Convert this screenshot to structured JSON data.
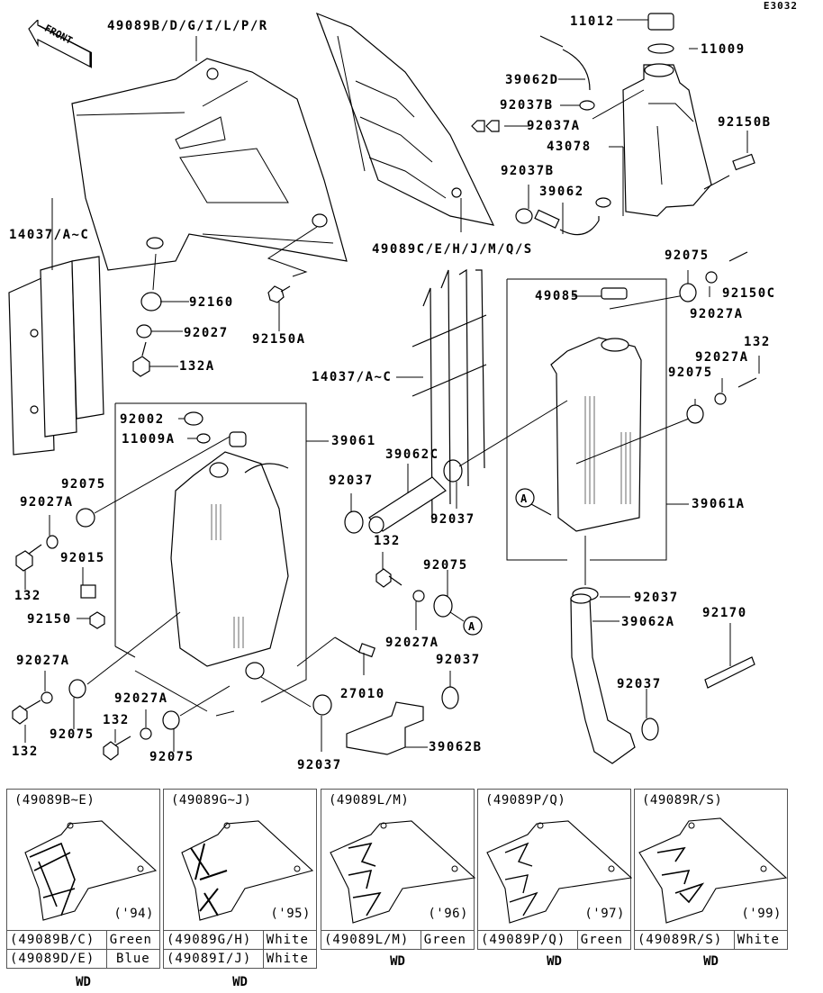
{
  "diagram": {
    "code": "E3032",
    "front_label": "FRONT",
    "title": "Radiator exploded parts diagram"
  },
  "callouts": {
    "shroud_left": "49089B/D/G/I/L/P/R",
    "shroud_right": "49089C/E/H/J/M/Q/S",
    "cap": "11012",
    "cap_gasket": "11009",
    "hose_d": "39062D",
    "clamp_b_top": "92037B",
    "clamp_a": "92037A",
    "tank": "43078",
    "bolt_b": "92150B",
    "clamp_b_mid": "92037B",
    "hose": "39062",
    "louver_left": "14037/A~C",
    "grommet_92160": "92160",
    "collar_92027": "92027",
    "bolt_132a": "132A",
    "bolt_92150a": "92150A",
    "louver_right": "14037/A~C",
    "damper_49085": "49085",
    "grommet_r1": "92075",
    "bolt_92150c": "92150C",
    "collar_r1": "92027A",
    "bolt_r132": "132",
    "collar_r2": "92027A",
    "grommet_r2": "92075",
    "drain_bolt": "92002",
    "drain_gasket": "11009A",
    "radiator_left": "39061",
    "hose_c": "39062C",
    "clamp_l1": "92037",
    "clamp_l2": "92037",
    "radiator_right": "39061A",
    "grommet_l1": "92075",
    "collar_l1": "92027A",
    "bolt_l1": "132",
    "clip_92015": "92015",
    "bolt_92150": "92150",
    "bolt_mid132": "132",
    "grommet_mid": "92075",
    "ref_a_1": "A",
    "ref_a_2": "A",
    "clamp_bottom_r": "92037",
    "hose_a": "39062A",
    "band_92170": "92170",
    "collar_mid": "92027A",
    "clamp_mid": "92037",
    "sensor": "27010",
    "collar_l2": "92027A",
    "grommet_l2": "92075",
    "bolt_l2": "132",
    "collar_l3": "92027A",
    "bolt_l3": "132",
    "grommet_l3": "92075",
    "clamp_bot": "92037",
    "hose_b": "39062B",
    "clamp_bot_r": "92037"
  },
  "insets": [
    {
      "title": "(49089B~E)",
      "year": "('94)",
      "rows": [
        {
          "part": "(49089B/C)",
          "color": "Green"
        },
        {
          "part": "(49089D/E)",
          "color": "Blue"
        }
      ],
      "footer": "WD"
    },
    {
      "title": "(49089G~J)",
      "year": "('95)",
      "rows": [
        {
          "part": "(49089G/H)",
          "color": "White"
        },
        {
          "part": "(49089I/J)",
          "color": "White"
        }
      ],
      "footer": "WD"
    },
    {
      "title": "(49089L/M)",
      "year": "('96)",
      "rows": [
        {
          "part": "(49089L/M)",
          "color": "Green"
        }
      ],
      "footer": "WD"
    },
    {
      "title": "(49089P/Q)",
      "year": "('97)",
      "rows": [
        {
          "part": "(49089P/Q)",
          "color": "Green"
        }
      ],
      "footer": "WD"
    },
    {
      "title": "(49089R/S)",
      "year": "('99)",
      "rows": [
        {
          "part": "(49089R/S)",
          "color": "White"
        }
      ],
      "footer": "WD"
    }
  ]
}
